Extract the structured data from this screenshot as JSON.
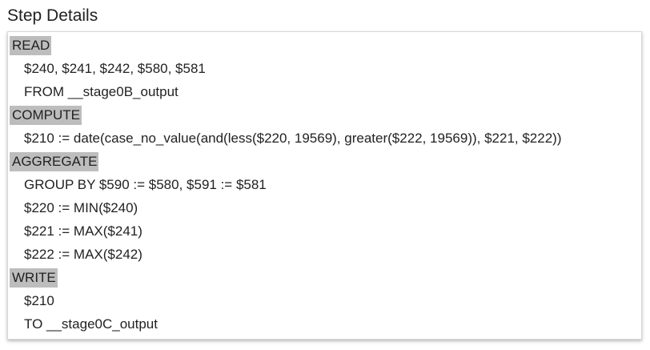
{
  "title": "Step Details",
  "sections": [
    {
      "op": "READ",
      "lines": [
        "$240, $241, $242, $580, $581",
        "FROM __stage0B_output"
      ]
    },
    {
      "op": "COMPUTE",
      "lines": [
        "$210 := date(case_no_value(and(less($220, 19569), greater($222, 19569)), $221, $222))"
      ]
    },
    {
      "op": "AGGREGATE",
      "lines": [
        "GROUP BY $590 := $580, $591 := $581",
        "$220 := MIN($240)",
        "$221 := MAX($241)",
        "$222 := MAX($242)"
      ]
    },
    {
      "op": "WRITE",
      "lines": [
        "$210",
        "TO __stage0C_output"
      ]
    }
  ]
}
